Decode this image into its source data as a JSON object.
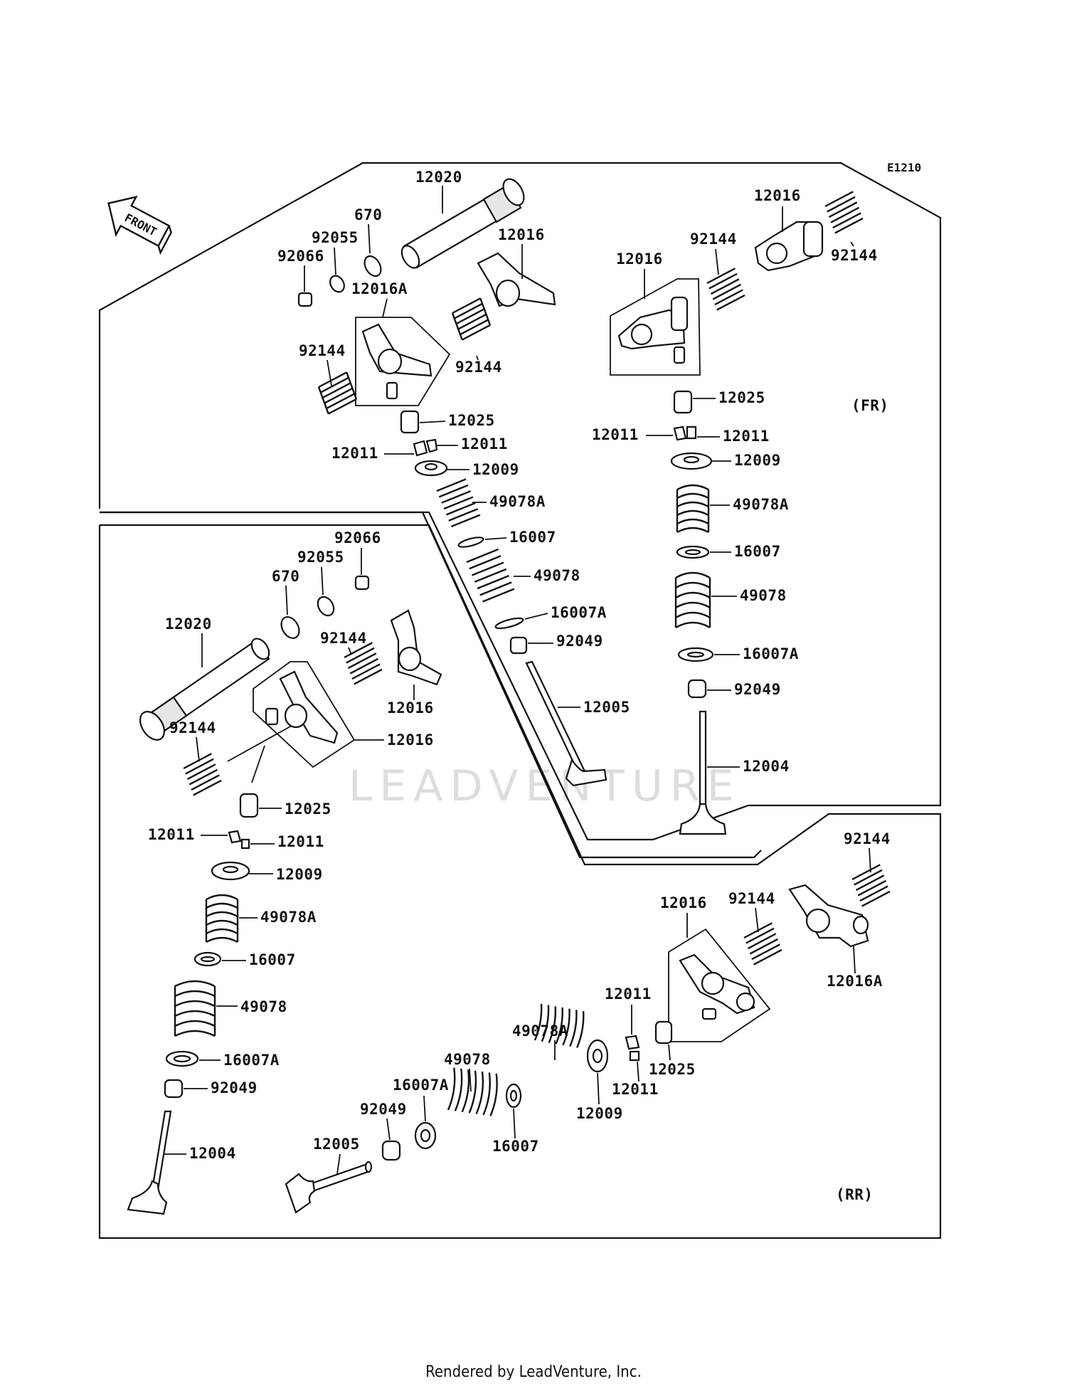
{
  "diagram": {
    "code": "E1210",
    "front_label": "FRONT",
    "section_front": "(FR)",
    "section_rear": "(RR)",
    "watermark": "LEADVENTURE"
  },
  "parts": {
    "fr_rocker_shaft": "12020",
    "fr_oring_670": "670",
    "fr_oring_92055": "92055",
    "fr_cap_92066": "92066",
    "fr_rocker_12016A": "12016A",
    "fr_rocker_12016_a": "12016",
    "fr_spring_92144_a": "92144",
    "fr_spring_92144_b": "92144",
    "fr_adjuster_12025": "12025",
    "fr_cotter_12011_l": "12011",
    "fr_cotter_12011_r": "12011",
    "fr_retainer_12009": "12009",
    "fr_spring_49078A": "49078A",
    "fr_seat_16007": "16007",
    "fr_spring_49078": "49078",
    "fr_seat_16007A": "16007A",
    "fr_seal_92049": "92049",
    "fr_valve_12005": "12005",
    "fr2_rocker_12016_top": "12016",
    "fr2_spring_92144_l": "92144",
    "fr2_spring_92144_r": "92144",
    "fr2_rocker_12016_box": "12016",
    "fr2_adjuster_12025": "12025",
    "fr2_cotter_12011_l": "12011",
    "fr2_cotter_12011_r": "12011",
    "fr2_retainer_12009": "12009",
    "fr2_spring_49078A": "49078A",
    "fr2_seat_16007": "16007",
    "fr2_spring_49078": "49078",
    "fr2_seat_16007A": "16007A",
    "fr2_seal_92049": "92049",
    "fr2_valve_12004": "12004",
    "rr_cap_92066": "92066",
    "rr_oring_92055": "92055",
    "rr_oring_670": "670",
    "rr_rocker_shaft": "12020",
    "rr_spring_92144_a": "92144",
    "rr_rocker_12016_a": "12016",
    "rr_spring_92144_b": "92144",
    "rr_rocker_12016_box": "12016",
    "rr_adjuster_12025": "12025",
    "rr_cotter_12011_l": "12011",
    "rr_cotter_12011_r": "12011",
    "rr_retainer_12009": "12009",
    "rr_spring_49078A": "49078A",
    "rr_seat_16007": "16007",
    "rr_spring_49078": "49078",
    "rr_seat_16007A": "16007A",
    "rr_seal_92049": "92049",
    "rr_valve_12004": "12004",
    "rr2_spring_92144_top": "92144",
    "rr2_spring_92144_mid": "92144",
    "rr2_rocker_12016_box": "12016",
    "rr2_rocker_12016A": "12016A",
    "rr2_cotter_12011_top": "12011",
    "rr2_cotter_12011_bot": "12011",
    "rr2_adjuster_12025": "12025",
    "rr2_retainer_12009": "12009",
    "rr2_spring_49078A": "49078A",
    "rr2_spring_49078": "49078",
    "rr2_seat_16007A": "16007A",
    "rr2_seat_16007": "16007",
    "rr2_seal_92049": "92049",
    "rr2_valve_12005": "12005"
  },
  "footer": "Rendered by LeadVenture, Inc."
}
